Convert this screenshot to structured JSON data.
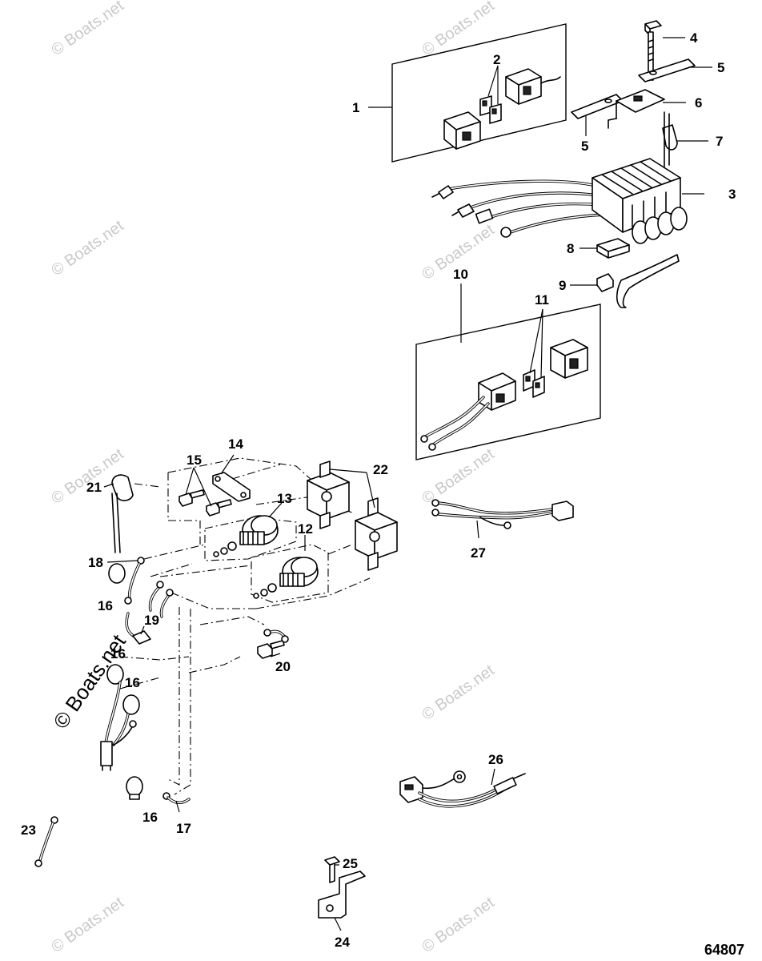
{
  "watermark": {
    "text": "© Boats.net"
  },
  "drawing_number": "64807",
  "callouts": [
    {
      "id": "c1",
      "label": "1"
    },
    {
      "id": "c2",
      "label": "2"
    },
    {
      "id": "c3",
      "label": "3"
    },
    {
      "id": "c4",
      "label": "4"
    },
    {
      "id": "c5a",
      "label": "5"
    },
    {
      "id": "c5b",
      "label": "5"
    },
    {
      "id": "c6",
      "label": "6"
    },
    {
      "id": "c7",
      "label": "7"
    },
    {
      "id": "c8",
      "label": "8"
    },
    {
      "id": "c9",
      "label": "9"
    },
    {
      "id": "c10",
      "label": "10"
    },
    {
      "id": "c11",
      "label": "11"
    },
    {
      "id": "c12",
      "label": "12"
    },
    {
      "id": "c13",
      "label": "13"
    },
    {
      "id": "c14",
      "label": "14"
    },
    {
      "id": "c15",
      "label": "15"
    },
    {
      "id": "c16a",
      "label": "16"
    },
    {
      "id": "c16b",
      "label": "16"
    },
    {
      "id": "c16c",
      "label": "16"
    },
    {
      "id": "c16d",
      "label": "16"
    },
    {
      "id": "c17",
      "label": "17"
    },
    {
      "id": "c18",
      "label": "18"
    },
    {
      "id": "c19",
      "label": "19"
    },
    {
      "id": "c20",
      "label": "20"
    },
    {
      "id": "c21",
      "label": "21"
    },
    {
      "id": "c22",
      "label": "22"
    },
    {
      "id": "c23",
      "label": "23"
    },
    {
      "id": "c24",
      "label": "24"
    },
    {
      "id": "c25",
      "label": "25"
    },
    {
      "id": "c26",
      "label": "26"
    },
    {
      "id": "c27",
      "label": "27"
    }
  ]
}
